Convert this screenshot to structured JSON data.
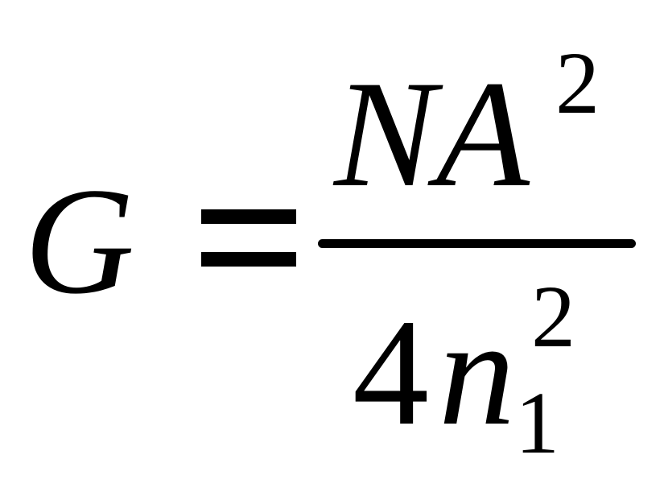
{
  "formula": {
    "lhs": "G",
    "operator": "=",
    "numerator": {
      "base": "NA",
      "superscript": "2"
    },
    "denominator": {
      "coefficient": "4",
      "variable": "n",
      "subscript": "1",
      "superscript": "2"
    }
  }
}
